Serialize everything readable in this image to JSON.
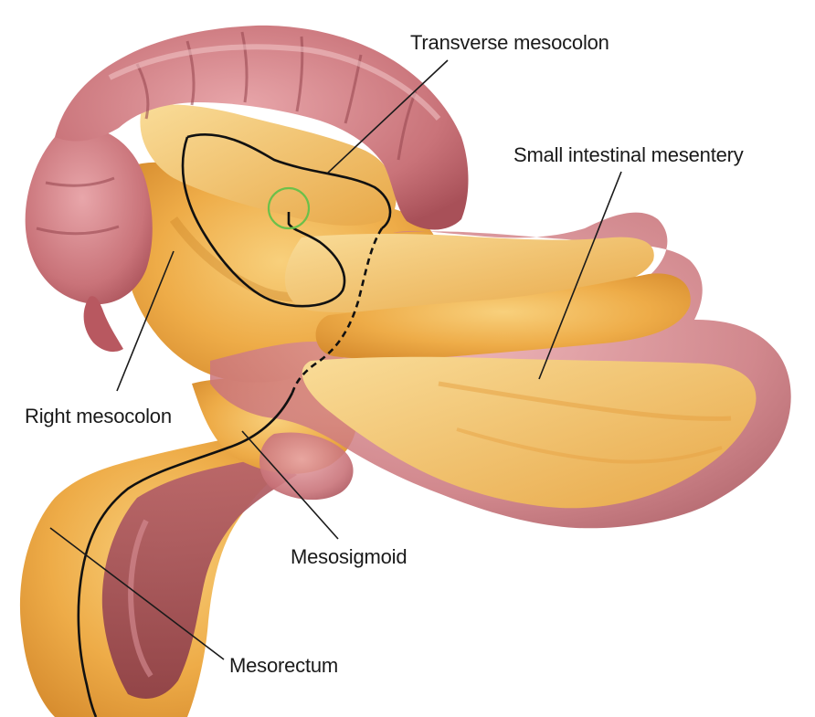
{
  "labels": {
    "transverse_mesocolon": "Transverse mesocolon",
    "small_intestinal_mesentery": "Small intestinal mesentery",
    "right_mesocolon": "Right mesocolon",
    "mesosigmoid": "Mesosigmoid",
    "mesorectum": "Mesorectum"
  },
  "colors": {
    "colon_wall": "#d4868c",
    "colon_dark": "#b25a62",
    "colon_light": "#f0c2c2",
    "mesentery": "#eeac48",
    "mesentery_light": "#f8d07c",
    "mesentery_shadow": "#d88e30",
    "rectum": "#a25058",
    "outline": "#111111",
    "marker_circle": "#6cc04a",
    "text": "#1a1a1a"
  }
}
